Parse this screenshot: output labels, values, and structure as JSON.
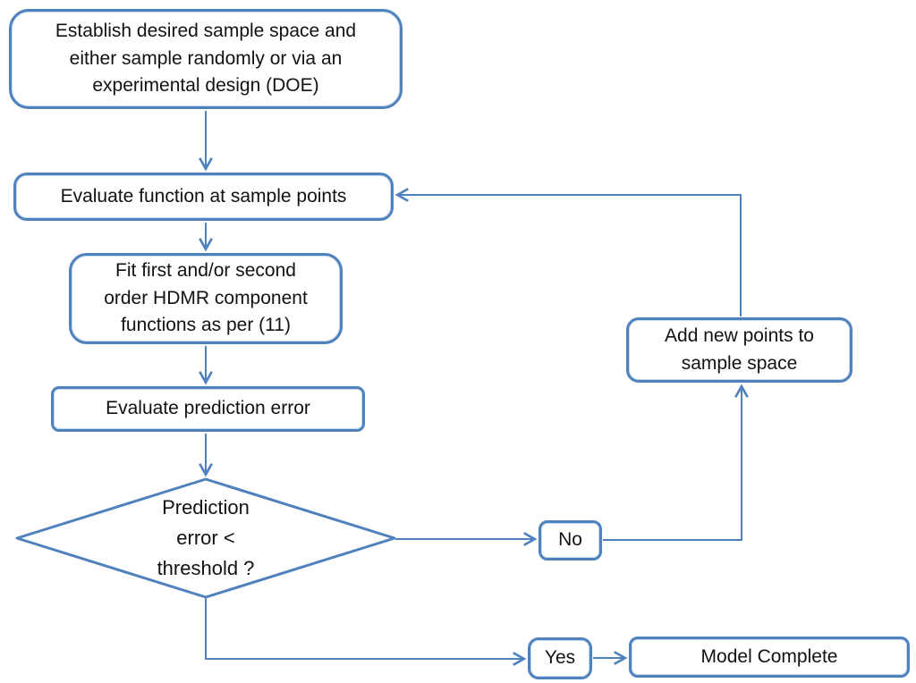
{
  "palette": {
    "stroke": "#4f81bd",
    "fill": "#ffffff",
    "text": "#121212"
  },
  "nodes": {
    "establish": {
      "lines": [
        "Establish desired sample space and",
        "either sample randomly or via an",
        "experimental design (DOE)"
      ]
    },
    "evaluate_function": {
      "lines": [
        "Evaluate function at sample points"
      ]
    },
    "fit_hdmr": {
      "lines": [
        "Fit first and/or second",
        "order HDMR component",
        "functions as per (11)"
      ]
    },
    "evaluate_error": {
      "lines": [
        "Evaluate prediction error"
      ]
    },
    "decision": {
      "lines": [
        "Prediction",
        "error <",
        "threshold ?"
      ]
    },
    "no": {
      "lines": [
        "No"
      ]
    },
    "add_points": {
      "lines": [
        "Add new points to",
        "sample space"
      ]
    },
    "yes": {
      "lines": [
        "Yes"
      ]
    },
    "model_complete": {
      "lines": [
        "Model Complete"
      ]
    }
  }
}
